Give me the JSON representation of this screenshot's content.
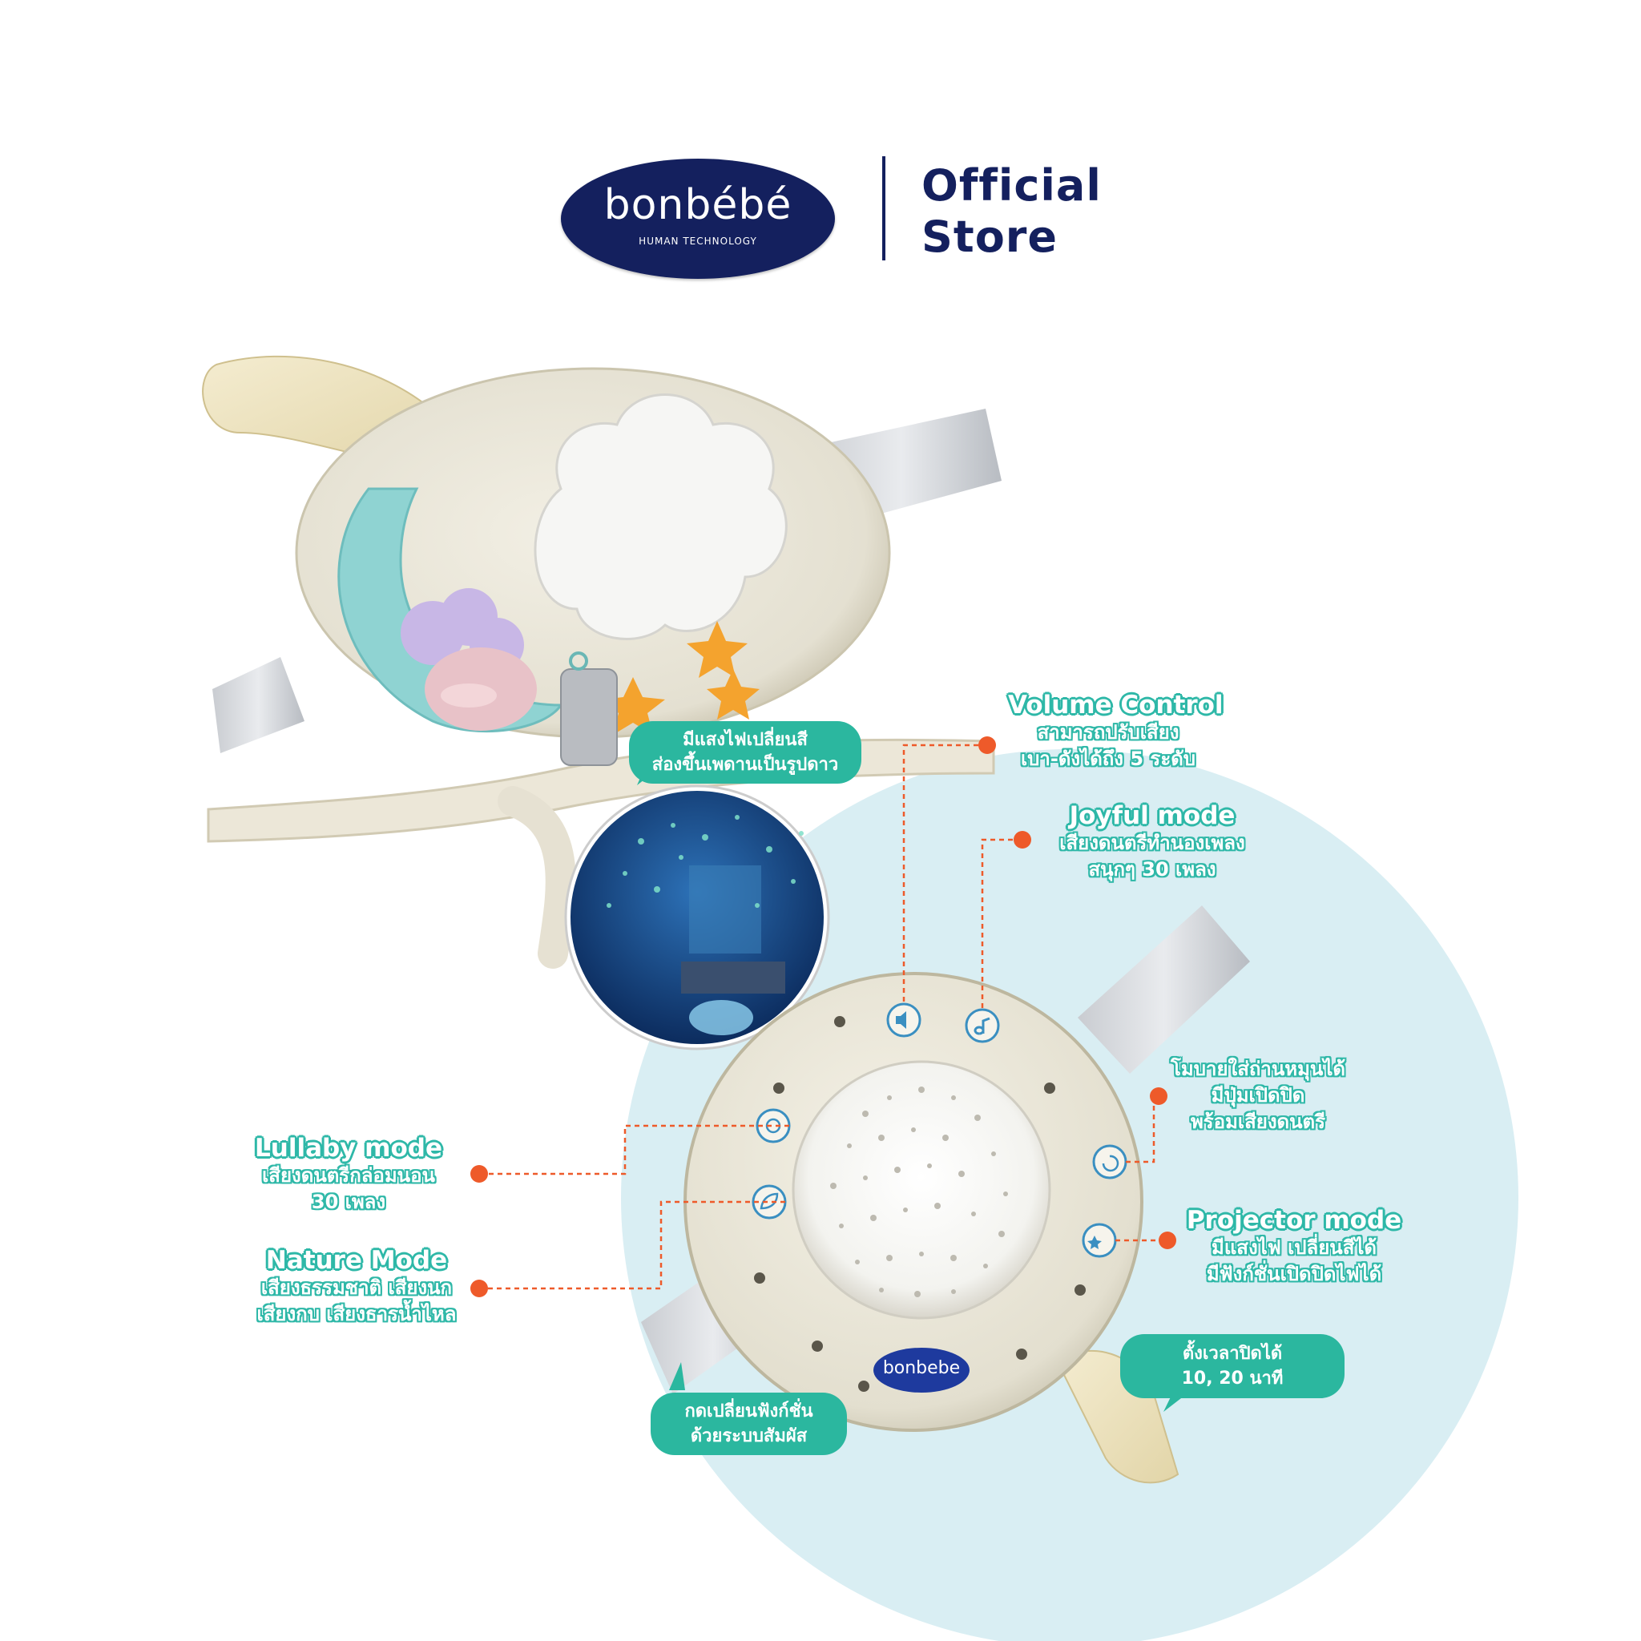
{
  "header": {
    "logo": {
      "word": "bonbébé",
      "tagline": "HUMAN TECHNOLOGY"
    },
    "official_line1": "Official",
    "official_line2": "Store"
  },
  "colors": {
    "navy": "#14205e",
    "teal": "#2bb79f",
    "orange": "#ee5a2a",
    "light_blue": "#d9eef3"
  },
  "callouts": {
    "projector_bubble": {
      "line1": "มีแสงไฟเปลี่ยนสี",
      "line2": "ส่องขึ้นเพดานเป็นรูปดาว"
    },
    "volume": {
      "title": "Volume Control",
      "line1": "สามารถปรับเสียง",
      "line2": "เบา-ดังได้ถึง 5 ระดับ"
    },
    "joyful": {
      "title": "Joyful mode",
      "line1": "เสียงดนตรีทำนองเพลง",
      "line2": "สนุกๆ 30 เพลง"
    },
    "rotate": {
      "line1": "โมบายใส่ถ่านหมุนได้",
      "line2": "มีปุ่มเปิดปิด",
      "line3": "พร้อมเสียงดนตรี"
    },
    "lullaby": {
      "title": "Lullaby mode",
      "line1": "เสียงดนตรีกล่อมนอน",
      "line2": "30 เพลง"
    },
    "nature": {
      "title": "Nature Mode",
      "line1": "เสียงธรรมชาติ เสียงนก",
      "line2": "เสียงกบ เสียงธารน้ำไหล"
    },
    "projector": {
      "title": "Projector mode",
      "line1": "มีแสงไฟ เปลี่ยนสีได้",
      "line2": "มีฟังก์ชั่นเปิดปิดไฟได้"
    },
    "timer_bubble": {
      "line1": "ตั้งเวลาปิดได้",
      "line2": "10, 20 นาที"
    },
    "touch_bubble": {
      "line1": "กดเปลี่ยนฟังก์ชั่น",
      "line2": "ด้วยระบบสัมผัส"
    }
  },
  "device": {
    "badge": "bonbebe"
  }
}
